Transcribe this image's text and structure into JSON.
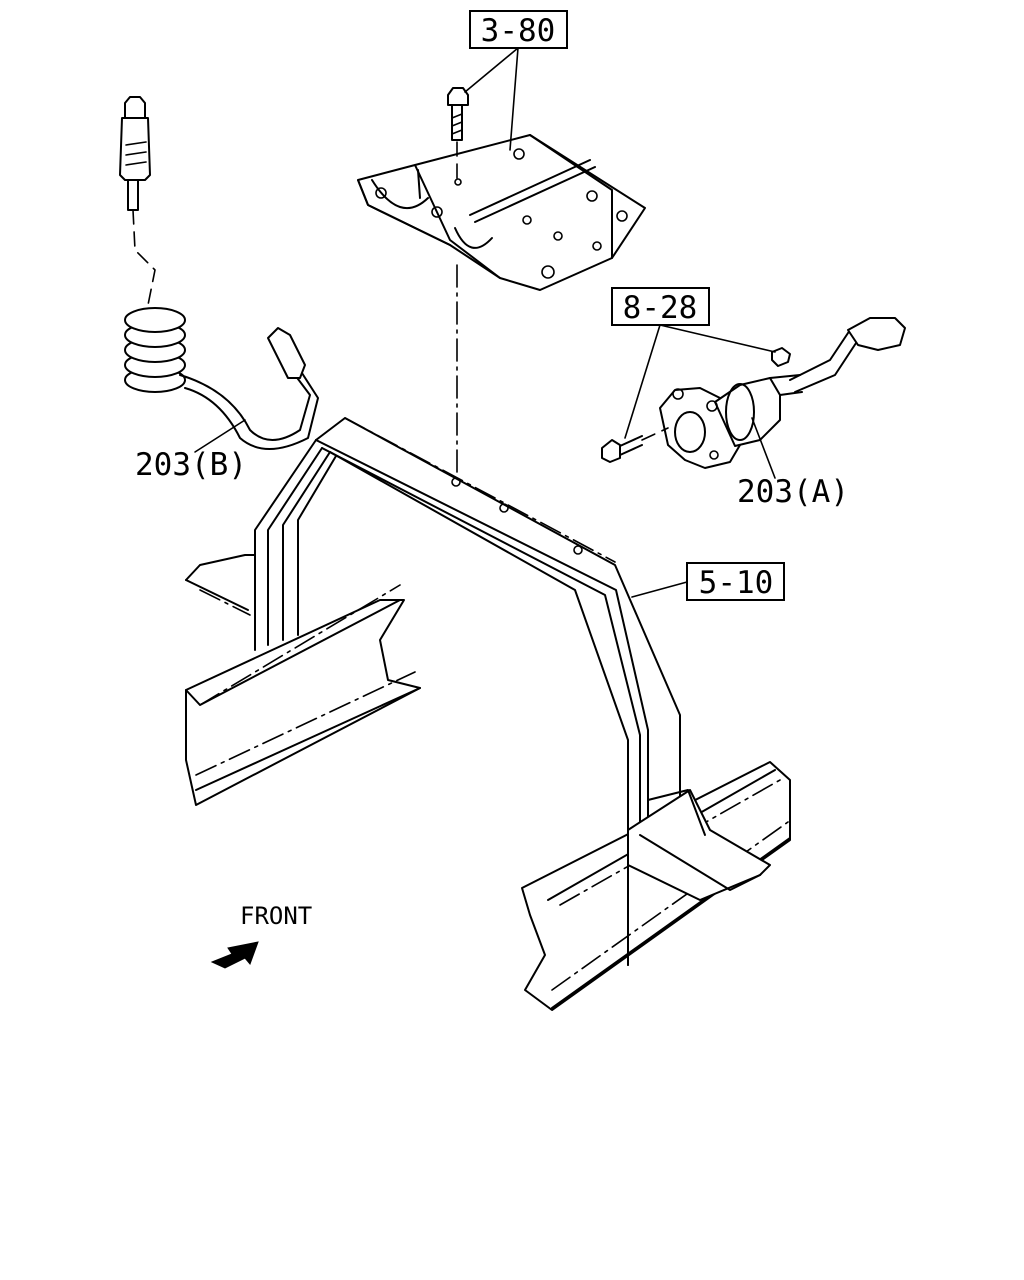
{
  "callouts": {
    "ref_3_80": "3-80",
    "ref_8_28": "8-28",
    "ref_5_10": "5-10",
    "part_203_b": "203(B)",
    "part_203_a": "203(A)"
  },
  "direction": {
    "front_label": "FRONT",
    "arrow_icon": "arrow-icon"
  }
}
